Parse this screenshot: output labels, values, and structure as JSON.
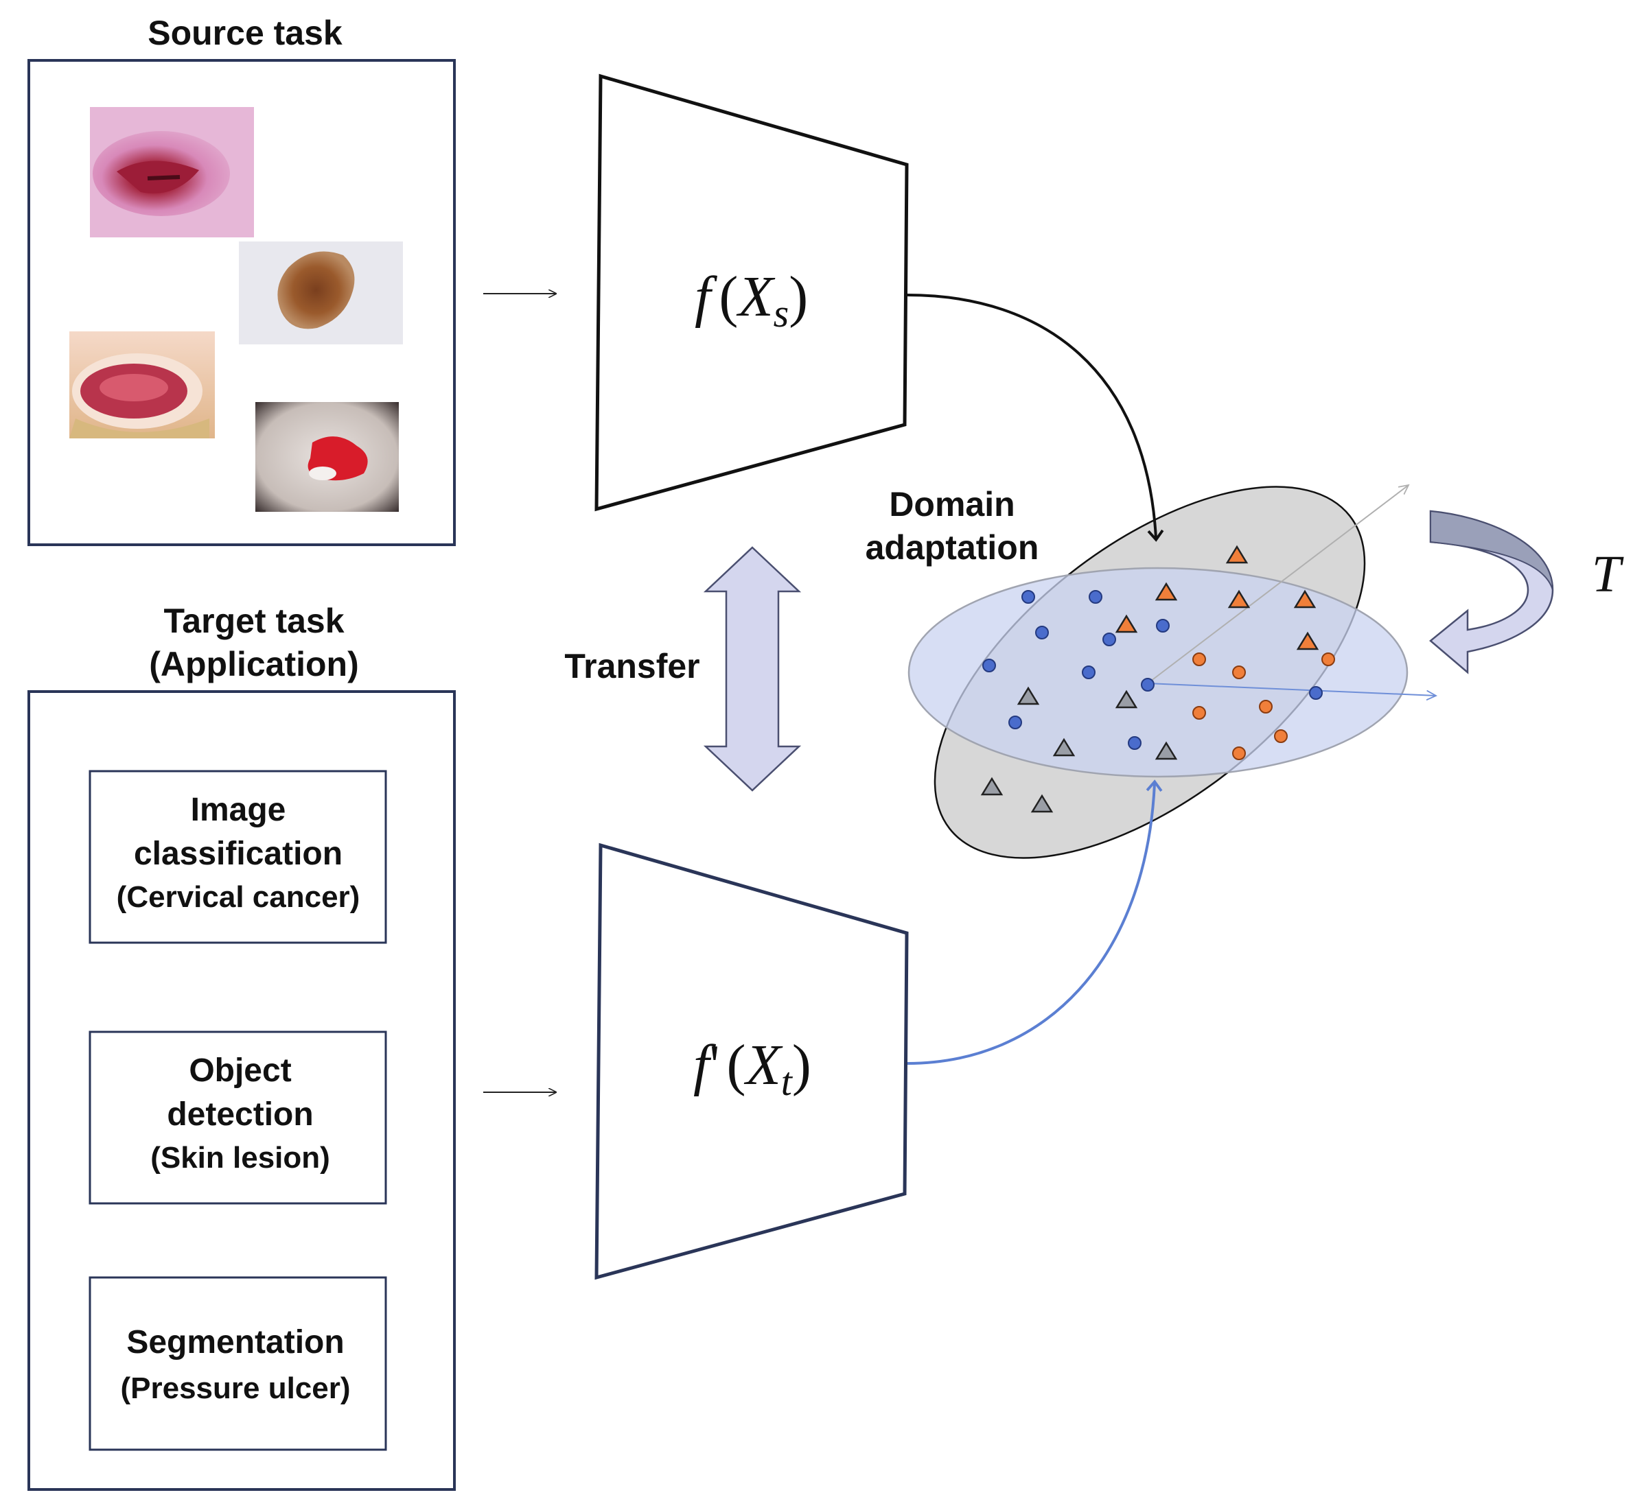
{
  "source_task": {
    "title": "Source task",
    "images": [
      {
        "name": "cervix-image",
        "colors": [
          "#e6a8cf",
          "#a5263f",
          "#f3d4e8"
        ]
      },
      {
        "name": "skin-lesion-image",
        "colors": [
          "#e6e6ec",
          "#9a5a2c",
          "#6d3b1c"
        ]
      },
      {
        "name": "pressure-ulcer-image",
        "colors": [
          "#f2cfb8",
          "#b8344c",
          "#e6c08a"
        ]
      },
      {
        "name": "wound-image",
        "colors": [
          "#d9d0cc",
          "#d81c2a",
          "#3a3030"
        ]
      }
    ]
  },
  "target_task": {
    "title_line1": "Target task",
    "title_line2": "(Application)",
    "boxes": [
      {
        "lines": [
          "Image",
          "classification",
          "(Cervical cancer)"
        ]
      },
      {
        "lines": [
          "Object",
          "detection",
          "(Skin lesion)"
        ]
      },
      {
        "lines": [
          "Segmentation",
          "(Pressure ulcer)"
        ]
      }
    ]
  },
  "source_model": {
    "func": "f",
    "open": "(",
    "var": "X",
    "sub": "s",
    "close": ")"
  },
  "target_model": {
    "func": "f",
    "prime": "'",
    "open": "(",
    "var": "X",
    "sub": "t",
    "close": ")"
  },
  "transfer_label": "Transfer",
  "domain_adaptation": {
    "line1": "Domain",
    "line2": "adaptation"
  },
  "transform_label": "T",
  "colors": {
    "box_border": "#2a3558",
    "source_domain_fill": "#d7d7d7",
    "target_domain_fill": "#c9d3f0",
    "blue_point": "#4a6ccc",
    "orange_point": "#f07f3a",
    "gray_point": "#9a9ea6",
    "transfer_arrow_fill": "#d4d6ee",
    "rotation_arrow_fill": "#9aa0b9",
    "target_arrow": "#5b7fd2"
  }
}
